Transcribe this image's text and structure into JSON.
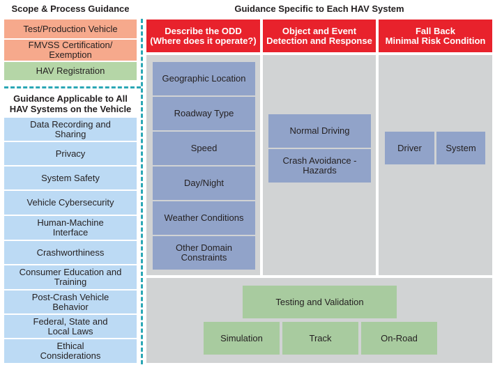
{
  "left": {
    "scope_title": "Scope & Process Guidance",
    "scope_items": [
      "Test/Production Vehicle",
      "FMVSS Certification/\nExemption",
      "HAV Registration"
    ],
    "applicable_title": "Guidance Applicable to All\nHAV Systems on the Vehicle",
    "applicable_items": [
      "Data Recording and\nSharing",
      "Privacy",
      "System Safety",
      "Vehicle Cybersecurity",
      "Human-Machine\nInterface",
      "Crashworthiness",
      "Consumer Education and\nTraining",
      "Post-Crash Vehicle\nBehavior",
      "Federal, State and\nLocal Laws",
      "Ethical\nConsiderations"
    ]
  },
  "right": {
    "title": "Guidance Specific to Each HAV System",
    "columns": [
      {
        "header": "Describe the ODD\n(Where does it operate?)",
        "items": [
          "Geographic Location",
          "Roadway Type",
          "Speed",
          "Day/Night",
          "Weather Conditions",
          "Other Domain\nConstraints"
        ]
      },
      {
        "header": "Object and Event\nDetection and Response",
        "items": [
          "Normal Driving",
          "Crash Avoidance -\nHazards"
        ]
      },
      {
        "header": "Fall Back\nMinimal Risk Condition",
        "items": [
          "Driver",
          "System"
        ]
      }
    ],
    "testing": {
      "title": "Testing and Validation",
      "items": [
        "Simulation",
        "Track",
        "On-Road"
      ]
    }
  },
  "colors": {
    "header_red": "#e8222c",
    "scope_salmon": "#f6a98c",
    "registration_green": "#b5d6a7",
    "applicable_blue": "#bcdaf4",
    "panel_gray": "#d1d3d4",
    "item_slate": "#91a3c9",
    "testing_green": "#a8cb9f",
    "divider_teal": "#2ba7b5"
  }
}
